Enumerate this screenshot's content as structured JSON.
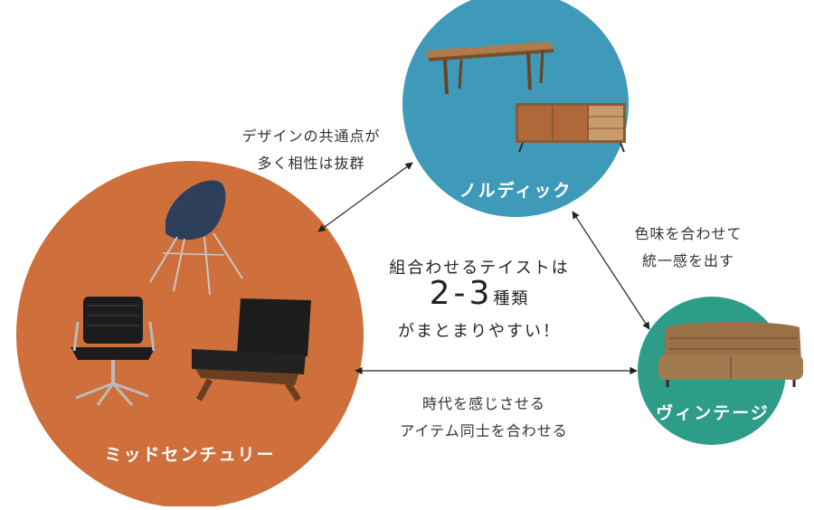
{
  "circles": {
    "nordic": {
      "label": "ノルディック",
      "color": "#3f9ab9"
    },
    "midcentury": {
      "label": "ミッドセンチュリー",
      "color": "#cf6f3b"
    },
    "vintage": {
      "label": "ヴィンテージ",
      "color": "#2d9c88"
    }
  },
  "links": {
    "mid_nordic": [
      "デザインの共通点が",
      "多く相性は抜群"
    ],
    "nordic_vintage": [
      "色味を合わせて",
      "統一感を出す"
    ],
    "mid_vintage": [
      "時代を感じさせる",
      "アイテム同士を合わせる"
    ]
  },
  "center": {
    "line1": "組合わせるテイストは",
    "number": "2-3",
    "kind": "種類",
    "line3": "がまとまりやすい！"
  },
  "colors": {
    "arrow": "#222222",
    "wood": "#8a5a34",
    "leather": "#9a7046",
    "black": "#1c1c1c"
  }
}
